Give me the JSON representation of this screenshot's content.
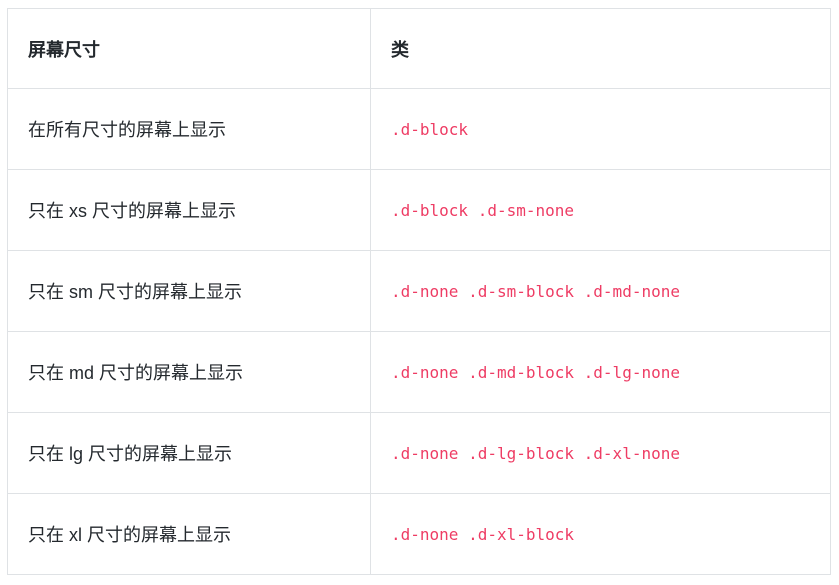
{
  "table": {
    "columns": [
      {
        "label": "屏幕尺寸"
      },
      {
        "label": "类"
      }
    ],
    "rows": [
      {
        "screen": "在所有尺寸的屏幕上显示",
        "classes": ".d-block"
      },
      {
        "screen": "只在 xs 尺寸的屏幕上显示",
        "classes": ".d-block .d-sm-none"
      },
      {
        "screen": "只在 sm 尺寸的屏幕上显示",
        "classes": ".d-none .d-sm-block .d-md-none"
      },
      {
        "screen": "只在 md 尺寸的屏幕上显示",
        "classes": ".d-none .d-md-block .d-lg-none"
      },
      {
        "screen": "只在 lg 尺寸的屏幕上显示",
        "classes": ".d-none .d-lg-block .d-xl-none"
      },
      {
        "screen": "只在 xl 尺寸的屏幕上显示",
        "classes": ".d-none .d-xl-block"
      }
    ],
    "colors": {
      "code_text": "#ee3c64",
      "border": "#dfe2e5",
      "text": "#24292e"
    }
  }
}
